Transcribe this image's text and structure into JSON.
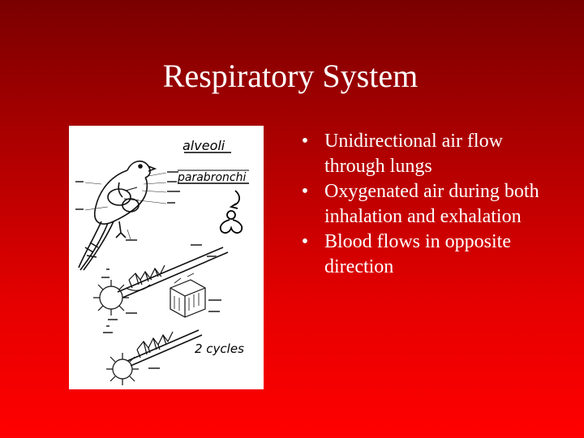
{
  "slide": {
    "title": "Respiratory System",
    "bullets": [
      "Unidirectional air flow through lungs",
      "Oxygenated air during both inhalation and exhalation",
      "Blood flows in opposite direction"
    ],
    "bullet_glyph": "•"
  },
  "figure": {
    "handwritten_labels": [
      "alveoli",
      "parabronchi",
      "2 cycles"
    ],
    "icons": [
      "bird-respiratory-diagram",
      "alveolus-icon",
      "gas-exchange-cycle-icon"
    ]
  },
  "colors": {
    "background_top": "#7a0000",
    "background_bottom": "#ff0000",
    "text": "#ffffff",
    "figure_background": "#ffffff"
  }
}
